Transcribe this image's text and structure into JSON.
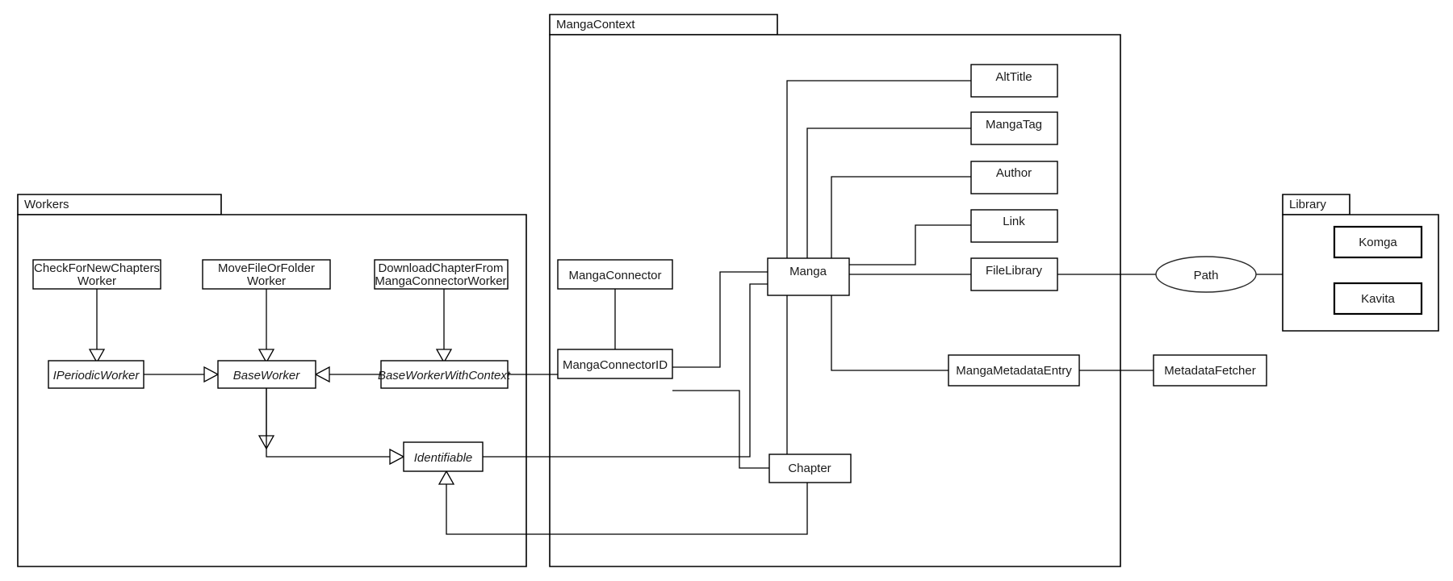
{
  "diagram": {
    "kind": "uml-class-diagram",
    "title": "",
    "colors": {
      "background": "#ffffff",
      "stroke": "#000000",
      "text": "#1a1a1a"
    }
  },
  "packages": [
    {
      "id": "workers",
      "label": "Workers"
    },
    {
      "id": "mangacontext",
      "label": "MangaContext"
    },
    {
      "id": "library",
      "label": "Library"
    }
  ],
  "classes": {
    "check_for_new_chapters_worker": {
      "label": "CheckForNewChapters\nWorker",
      "line1": "CheckForNewChapters",
      "line2": "Worker",
      "abstract": false
    },
    "move_file_or_folder_worker": {
      "label": "MoveFileOrFolder\nWorker",
      "line1": "MoveFileOrFolder",
      "line2": "Worker",
      "abstract": false
    },
    "download_chapter_worker": {
      "label": "DownloadChapterFrom\nMangaConnectorWorker",
      "line1": "DownloadChapterFrom",
      "line2": "MangaConnectorWorker",
      "abstract": false
    },
    "iperiodicworker": {
      "label": "IPeriodicWorker",
      "abstract": true
    },
    "baseworker": {
      "label": "BaseWorker",
      "abstract": true
    },
    "baseworkerwithcontext": {
      "label": "BaseWorkerWithContext",
      "abstract": true
    },
    "identifiable": {
      "label": "Identifiable",
      "abstract": true
    },
    "mangaconnector": {
      "label": "MangaConnector",
      "abstract": false
    },
    "mangaconnectorid": {
      "label": "MangaConnectorID",
      "abstract": false
    },
    "manga": {
      "label": "Manga",
      "abstract": false
    },
    "chapter": {
      "label": "Chapter",
      "abstract": false
    },
    "alttitle": {
      "label": "AltTitle",
      "abstract": false
    },
    "mangatag": {
      "label": "MangaTag",
      "abstract": false
    },
    "author": {
      "label": "Author",
      "abstract": false
    },
    "link": {
      "label": "Link",
      "abstract": false
    },
    "filelibrary": {
      "label": "FileLibrary",
      "abstract": false
    },
    "mangametadataentry": {
      "label": "MangaMetadataEntry",
      "abstract": false
    },
    "metadatafetcher": {
      "label": "MetadataFetcher",
      "abstract": false
    },
    "path": {
      "label": "Path",
      "abstract": false,
      "shape": "ellipse"
    },
    "komga": {
      "label": "Komga",
      "abstract": false
    },
    "kavita": {
      "label": "Kavita",
      "abstract": false
    }
  },
  "relations": [
    {
      "from": "check_for_new_chapters_worker",
      "to": "iperiodicworker",
      "type": "generalization"
    },
    {
      "from": "move_file_or_folder_worker",
      "to": "baseworker",
      "type": "generalization"
    },
    {
      "from": "download_chapter_worker",
      "to": "baseworkerwithcontext",
      "type": "generalization"
    },
    {
      "from": "iperiodicworker",
      "to": "baseworker",
      "type": "realization"
    },
    {
      "from": "baseworkerwithcontext",
      "to": "baseworker",
      "type": "generalization"
    },
    {
      "from": "baseworker",
      "to": "identifiable",
      "type": "generalization"
    },
    {
      "from": "baseworkerwithcontext",
      "to": "mangaconnectorid",
      "type": "association"
    },
    {
      "from": "mangaconnector",
      "to": "mangaconnectorid",
      "type": "association"
    },
    {
      "from": "mangaconnectorid",
      "to": "manga",
      "type": "association"
    },
    {
      "from": "mangaconnectorid",
      "to": "chapter",
      "type": "association"
    },
    {
      "from": "manga",
      "to": "alttitle",
      "type": "association"
    },
    {
      "from": "manga",
      "to": "mangatag",
      "type": "association"
    },
    {
      "from": "manga",
      "to": "author",
      "type": "association"
    },
    {
      "from": "manga",
      "to": "link",
      "type": "association"
    },
    {
      "from": "manga",
      "to": "filelibrary",
      "type": "association"
    },
    {
      "from": "manga",
      "to": "mangametadataentry",
      "type": "association"
    },
    {
      "from": "manga",
      "to": "chapter",
      "type": "association"
    },
    {
      "from": "manga",
      "to": "identifiable",
      "type": "generalization"
    },
    {
      "from": "chapter",
      "to": "identifiable",
      "type": "generalization"
    },
    {
      "from": "filelibrary",
      "to": "path",
      "type": "association"
    },
    {
      "from": "path",
      "to": "library",
      "type": "association"
    },
    {
      "from": "mangametadataentry",
      "to": "metadatafetcher",
      "type": "association"
    }
  ]
}
